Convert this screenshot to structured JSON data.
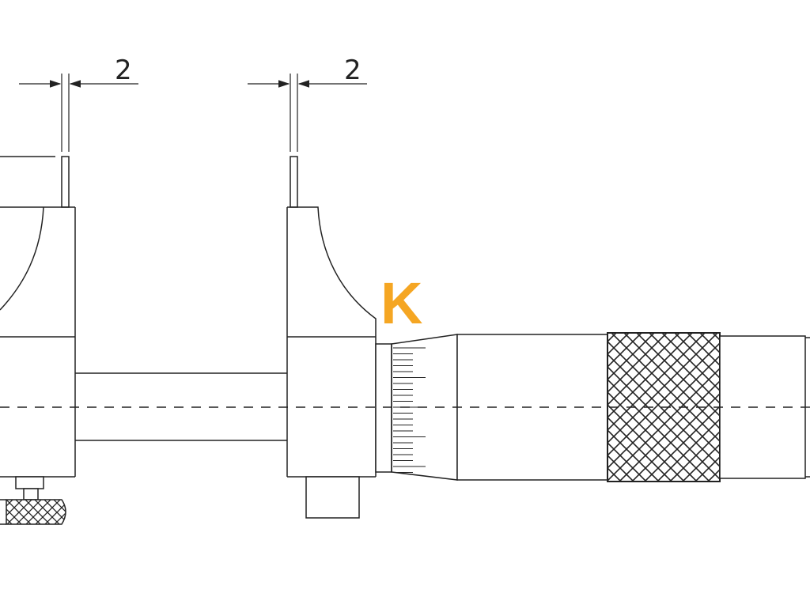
{
  "dimensions": {
    "left_gap_label": "2",
    "right_gap_label": "2"
  },
  "callout": {
    "label": "K",
    "color": "#F5A623"
  },
  "colors": {
    "line": "#222222",
    "background": "#ffffff"
  }
}
